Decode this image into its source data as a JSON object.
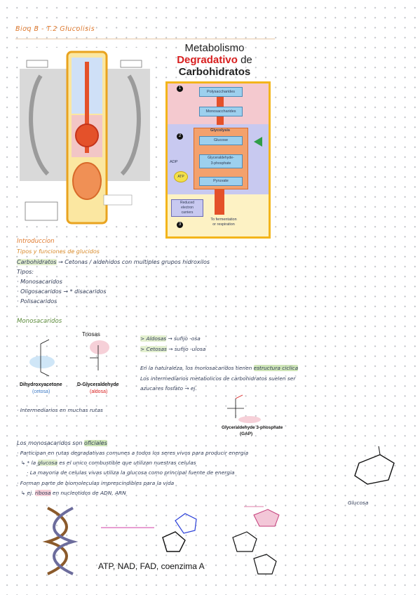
{
  "header": {
    "title": "Bioq B - T.2 Glucolisis"
  },
  "metabolism": {
    "title_line1": "Metabolismo",
    "title_word_red": "Degradativo",
    "title_de": " de",
    "title_line3": "Carbohidratos",
    "boxes": {
      "polysaccharides": "Polysaccharides",
      "monosaccharides": "Monosaccharides",
      "glycolysis": "Glycolysis",
      "glucose": "Glucose",
      "g3p_line1": "Glyceraldehyde-",
      "g3p_line2": "3-phosphate",
      "pyruvate": "Pyruvate",
      "adp": "ADP",
      "atp": "ATP",
      "reduced_line1": "Reduced",
      "reduced_line2": "electron",
      "reduced_line3": "carriers",
      "fermentation_line1": "To fermentation",
      "fermentation_line2": "or respiration"
    },
    "stages": [
      "1",
      "2",
      "3"
    ],
    "colors": {
      "red_title": "#d81e1e",
      "orange_arrow": "#e4512a",
      "pink_band": "#f4c9cf",
      "blue_band": "#c8c9f0",
      "yellow_border": "#f3b51b"
    }
  },
  "intro": {
    "heading": "Introduccion",
    "subheading": "Tipos y funciones de glucidos",
    "line1_a": "Carbohidratos",
    "line1_b": "→ Cetonas / aldehidos con multiples grupos hidroxilos",
    "tipos": "Tipos:",
    "item1": "· Monosacaridos",
    "item2_a": "· Oligosacaridos",
    "item2_b": "→ * disacaridos",
    "item3": "· Polisacaridos"
  },
  "mono": {
    "heading": "Monosacaridos",
    "triosas_title": "Triosas",
    "dhap_name": "Dihydroxyacetone",
    "dhap_note": "(cetosa)",
    "gald_name": "D-Glyceraldehyde",
    "gald_note": "(aldosa)",
    "aldosas_a": "> Aldosas",
    "aldosas_b": "→ sufijo -osa",
    "cetosas_a": "> Cetosas",
    "cetosas_b": "→ sufijo -ulosa",
    "nature_a": "En la naturaleza, los monosacaridos tienen",
    "nature_b": "estructura ciclica",
    "interm_line": "Los intermediarios metabolicos de carbohidratos suelen ser",
    "interm_line2": "azucares fosfato → ej.",
    "interm_many": "· Intermediarios en muchas rutas",
    "gap_name_line1": "Glyceraldehyde 3-phosphate",
    "gap_name_line2": "(GAP)"
  },
  "oficiales": {
    "title_a": "Los monosacaridos son",
    "title_b": "oficiales",
    "line1": "· Participan en rutas degradativas comunes a todos los seres vivos para producir energia",
    "line2_a": "↳ * la",
    "line2_b": "glucosa",
    "line2_c": "es el unico combustible que utilizan nuestras celulas",
    "line3": "· La mayoria de celulas vivas utiliza la glucosa como principal fuente de energia",
    "line4": "· Forman parte de biomoleculas imprescindibles para la vida",
    "line5_a": "↳ ej.",
    "line5_b": "ribosa",
    "line5_c": "en nucleotidos de ADN, ARN"
  },
  "glucosa_label": "Glucosa",
  "bottom_caption": "ATP, NAD, FAD, coenzima A"
}
